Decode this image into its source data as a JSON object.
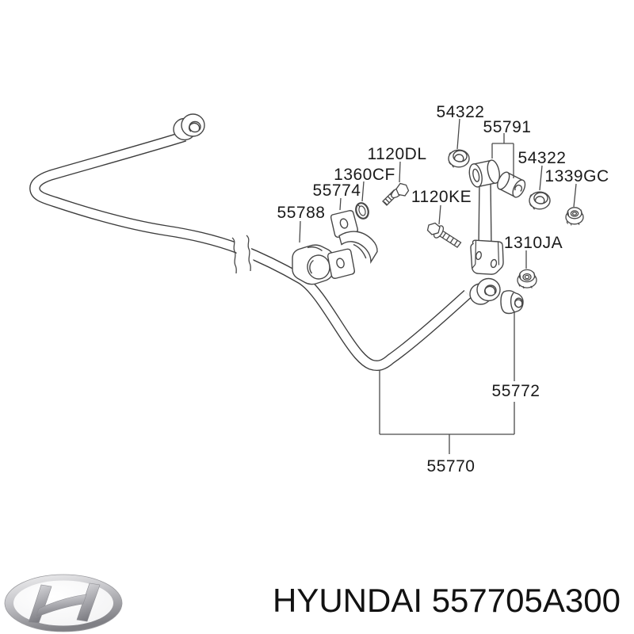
{
  "diagram": {
    "part_labels": [
      {
        "id": "54322-upper",
        "text": "54322"
      },
      {
        "id": "55791",
        "text": "55791"
      },
      {
        "id": "1120DL",
        "text": "1120DL"
      },
      {
        "id": "54322-lower",
        "text": "54322"
      },
      {
        "id": "1360CF",
        "text": "1360CF"
      },
      {
        "id": "1339GC",
        "text": "1339GC"
      },
      {
        "id": "55774",
        "text": "55774"
      },
      {
        "id": "1120KE",
        "text": "1120KE"
      },
      {
        "id": "55788",
        "text": "55788"
      },
      {
        "id": "1310JA",
        "text": "1310JA"
      },
      {
        "id": "55772",
        "text": "55772"
      },
      {
        "id": "55770",
        "text": "55770"
      }
    ]
  },
  "footer": {
    "brand": "HYUNDAI",
    "part_number": "557705A300",
    "logo_icon": "hyundai-badge"
  },
  "colors": {
    "background": "#ffffff",
    "diagram_line": "#474747",
    "bar_line": "#3c3c3c",
    "label_text": "#1a1a1a",
    "footer_text": "#121212",
    "logo_silver_light": "#f2f2f3",
    "logo_silver_dark": "#808085"
  }
}
